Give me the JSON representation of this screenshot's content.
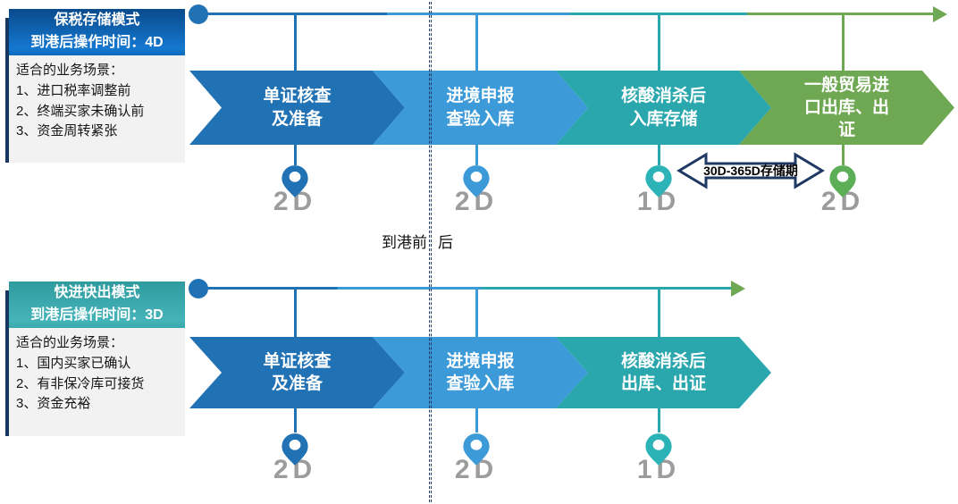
{
  "colors": {
    "navy": "#17375E",
    "divider": "#1F3864",
    "duration_text": "#9C9C9C",
    "panel_body_bg": "#F2F2F2",
    "step_blue_dark": "#2171B5",
    "step_blue_light": "#3D9AD9",
    "step_teal": "#29A7AD",
    "step_green": "#6FA853"
  },
  "divider": {
    "left_label": "到港前",
    "right_label": "后"
  },
  "storage_note": {
    "label": "30D-365D存储期"
  },
  "sections": [
    {
      "header_line1": "保税存储模式",
      "header_line2": "到港后操作时间：4D",
      "scenario_title": "适合的业务场景：",
      "scenarios": [
        "1、进口税率调整前",
        "2、终端买家未确认前",
        "3、资金周转紧张"
      ],
      "steps": [
        {
          "label": "单证核查\n及准备",
          "duration": "2D",
          "color": "#2171B5",
          "pin_color": "#2171B5"
        },
        {
          "label": "进境申报\n查验入库",
          "duration": "2D",
          "color": "#3D9AD9",
          "pin_color": "#3D9AD9"
        },
        {
          "label": "核酸消杀后\n入库存储",
          "duration": "1D",
          "color": "#29A7AD",
          "pin_color": "#2BB3B8"
        },
        {
          "label": "一般贸易进\n口出库、出\n证",
          "duration": "2D",
          "color": "#6FA853",
          "pin_color": "#5CAE57"
        }
      ]
    },
    {
      "header_line1": "快进快出模式",
      "header_line2": "到港后操作时间：3D",
      "scenario_title": "适合的业务场景：",
      "scenarios": [
        "1、国内买家已确认",
        "2、有非保冷库可接货",
        "3、资金充裕"
      ],
      "steps": [
        {
          "label": "单证核查\n及准备",
          "duration": "2D",
          "color": "#2171B5",
          "pin_color": "#2171B5"
        },
        {
          "label": "进境申报\n查验入库",
          "duration": "2D",
          "color": "#3D9AD9",
          "pin_color": "#3D9AD9"
        },
        {
          "label": "核酸消杀后\n出库、出证",
          "duration": "1D",
          "color": "#29A7AD",
          "pin_color": "#2BB3B8"
        }
      ]
    }
  ]
}
